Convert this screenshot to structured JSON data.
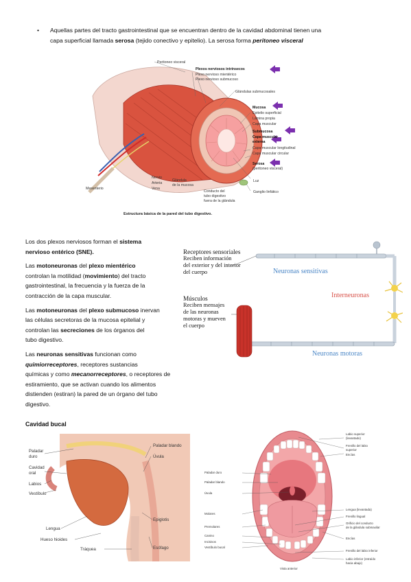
{
  "intro": {
    "bullet": "•",
    "line1": "Aquellas partes del tracto gastrointestinal que se encuentran dentro de la cavidad abdominal tienen una",
    "line2_a": "capa superficial llamada ",
    "line2_b": "serosa",
    "line2_c": " (tejido conectivo y epitelio). La serosa forma ",
    "line2_d": "peritoneo visceral"
  },
  "wall_figure": {
    "caption": "Estructura básica de la pared del tubo digestivo.",
    "labels": {
      "peritoneo": "Peritoneo visceral",
      "plexos": "Plexos nerviosos intrínsecos",
      "mienterico": "Plexo nervioso mientérico",
      "submucoso": "Plexo nervioso submucoso",
      "glandulas_sub": "Glándulas submucosales",
      "mucosa": "Mucosa",
      "epitelio": "Epitelio superficial",
      "lamina": "Lámina propia",
      "capa_musc": "Capa muscular",
      "submucosa": "Submucosa",
      "capa_ext1": "Capa muscular",
      "capa_ext2": "externa",
      "longitudinal": "Capa muscular longitudinal",
      "circular": "Capa muscular circular",
      "serosa": "Serosa",
      "peritoneo2": "(peritoneo visceral)",
      "nervio": "Nervio",
      "arteria": "Arteria",
      "vena": "Vena",
      "mesenterio": "Mesenterio",
      "glandula1": "Glándula",
      "glandula2": "de la mucosa",
      "conducto1": "Conducto del",
      "conducto2": "tubo digestivo",
      "conducto3": "fuera de la glándula",
      "luz": "Luz",
      "ganglio": "Ganglio linfático"
    }
  },
  "sne": {
    "p1_a": "Los dos plexos nerviosos forman el ",
    "p1_b": "sistema",
    "p1_c": "nervioso entérico (SNE).",
    "p2_a": "Las ",
    "p2_b": "motoneuronas",
    "p2_c": " del ",
    "p2_d": "plexo mientérico",
    "p2_e": "controlan la motilidad (",
    "p2_f": "movimiento",
    "p2_g": ") del tracto",
    "p2_h": "gastrointestinal, la frecuencia y la fuerza de la",
    "p2_i": "contracción de la capa muscular.",
    "p3_a": "Las ",
    "p3_b": "motoneuronas",
    "p3_c": " del ",
    "p3_d": "plexo submucoso",
    "p3_e": " inervan",
    "p3_f": "las células secretoras de la mucosa epitelial y",
    "p3_g": "controlan las ",
    "p3_h": "secreciones",
    "p3_i": " de los órganos del",
    "p3_j": "tubo digestivo.",
    "p4_a": "Las ",
    "p4_b": "neuronas sensitivas",
    "p4_c": " funcionan como",
    "p4_d": "quimiorreceptores",
    "p4_e": ", receptores sustancias",
    "p4_f": "químicas y como ",
    "p4_g": "mecanorreceptores",
    "p4_h": ", o receptores de",
    "p4_i": "estiramiento, que se activan cuando los alimentos",
    "p4_j": "distienden (estiran) la pared de un órgano del tubo",
    "p4_k": "digestivo."
  },
  "neuron_figure": {
    "receptores_1": "Receptores sensoriales",
    "receptores_2": "Reciben información",
    "receptores_3": "del exterior y del interior",
    "receptores_4": "del cuerpo",
    "sensitivas": "Neuronas sensitivas",
    "interneuronas": "Interneuronas",
    "musculos_1": "Músculos",
    "musculos_2": "Reciben mensajes",
    "musculos_3": "de las neuronas",
    "musculos_4": "motoras y mueven",
    "musculos_5": "el cuerpo",
    "motoras": "Neuronas motoras",
    "colors": {
      "sensitivas": "#4a86c6",
      "interneuronas": "#d8524a",
      "motoras": "#4a86c6",
      "neuron_body": "#b9c4d0",
      "dendrite": "#f3d24a"
    }
  },
  "bucal": {
    "heading": "Cavidad bucal",
    "left": {
      "paladar_duro_1": "Paladar",
      "paladar_duro_2": "duro",
      "cavidad_1": "Cavidad",
      "cavidad_2": "oral",
      "labios": "Labios",
      "vestibulo": "Vestíbulo",
      "lengua": "Lengua",
      "hueso": "Hueso hioides",
      "traquea": "Tráquea",
      "paladar_blando": "Paladar blando",
      "uvula": "Úvula",
      "epiglotis": "Epiglotis",
      "esofago": "Esófago"
    },
    "right": {
      "labio_sup_1": "Labio superior",
      "labio_sup_2": "(levantado)",
      "frenillo_sup_1": "Frenillo del labio",
      "frenillo_sup_2": "superior",
      "encias_top": "Encías",
      "paladar_duro": "Paladar duro",
      "paladar_blando": "Paladar blando",
      "uvula": "Úvula",
      "molares": "Molares",
      "premolares": "Premolares",
      "canino": "Canino",
      "incisivos": "Incisivos",
      "vestibulo": "Vestíbulo bucal",
      "lengua": "Lengua (levantada)",
      "frenillo_lingual": "Frenillo lingual",
      "orificio_1": "Orificio del conducto",
      "orificio_2": "de la glándula submaxilar",
      "encias_bottom": "Encías",
      "frenillo_inf": "Frenillo del labio inferior",
      "labio_inf_1": "Labio inferior (retraído",
      "labio_inf_2": "hacia abajo)",
      "vista": "Vista anterior"
    }
  }
}
